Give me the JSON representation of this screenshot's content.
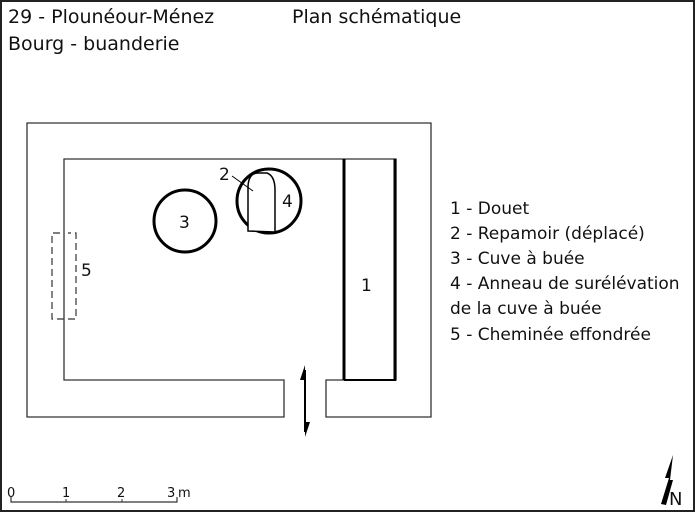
{
  "header": {
    "location": "29 - Plounéour-Ménez",
    "subtitle": "Bourg - buanderie",
    "title": "Plan schématique"
  },
  "labels": {
    "n1": "1",
    "n2": "2",
    "n3": "3",
    "n4": "4",
    "n5": "5"
  },
  "legend": [
    "1 - Douet",
    "2 - Repamoir (déplacé)",
    "3 - Cuve à buée",
    "4 - Anneau de surélévation",
    "de la cuve à buée",
    "5 - Cheminée effondrée"
  ],
  "scale": {
    "ticks": [
      "0",
      "1",
      "2",
      "3"
    ],
    "unit": "m"
  },
  "north": "N"
}
